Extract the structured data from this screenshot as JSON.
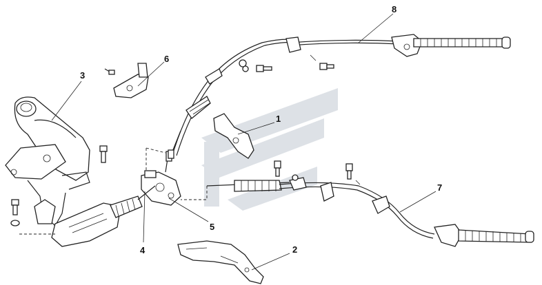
{
  "callouts": {
    "c1": "1",
    "c2": "2",
    "c3": "3",
    "c4": "4",
    "c5": "5",
    "c6": "6",
    "c7": "7",
    "c8": "8"
  },
  "colors": {
    "watermark": "#d9dde2",
    "line": "#222222",
    "background": "#ffffff"
  }
}
